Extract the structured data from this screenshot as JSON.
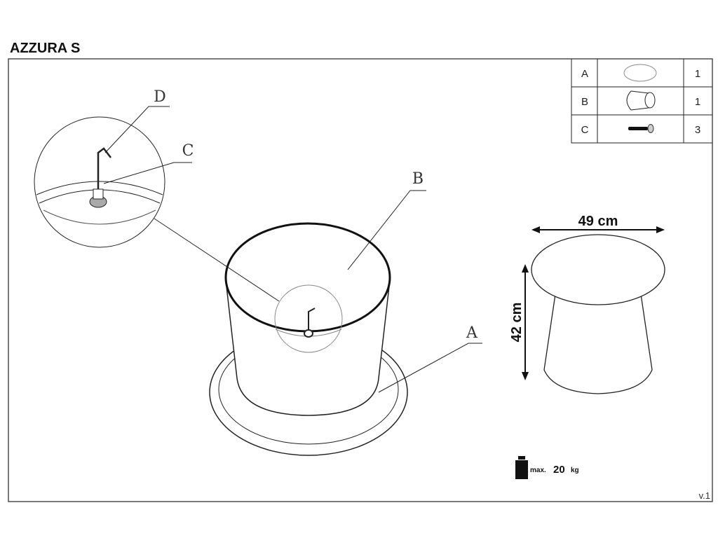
{
  "title": "AZZURA S",
  "parts_table": [
    {
      "letter": "A",
      "icon": "tabletop-ellipse-icon",
      "qty": "1"
    },
    {
      "letter": "B",
      "icon": "base-cylinder-icon",
      "qty": "1"
    },
    {
      "letter": "C",
      "icon": "screw-icon",
      "qty": "3"
    }
  ],
  "callouts": {
    "a": "A",
    "b": "B",
    "c": "C",
    "d": "D"
  },
  "dimensions": {
    "width": "49 cm",
    "height": "42 cm"
  },
  "max_load": {
    "prefix": "max.",
    "value": "20",
    "unit": "kg"
  },
  "version": "v.1"
}
